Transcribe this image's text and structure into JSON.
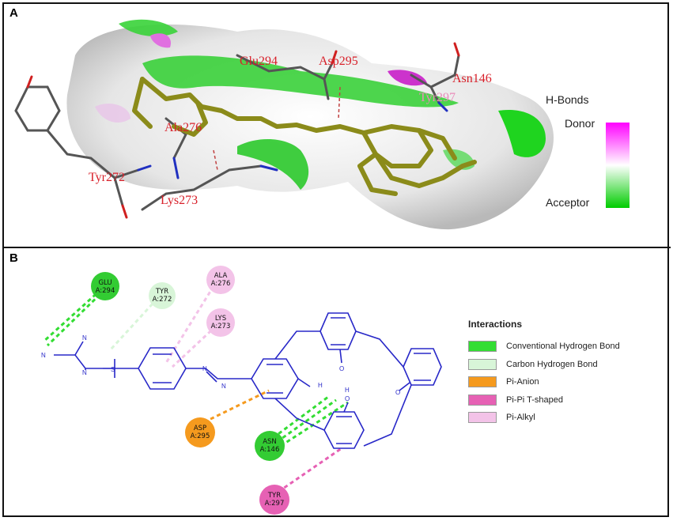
{
  "panel_a": {
    "letter": "A",
    "residues": [
      {
        "id": "glu294",
        "label": "Glu294"
      },
      {
        "id": "asp295",
        "label": "Asp295"
      },
      {
        "id": "asn146",
        "label": "Asn146"
      },
      {
        "id": "tyr297",
        "label": "Tyr297"
      },
      {
        "id": "ala276",
        "label": "Ala276"
      },
      {
        "id": "tyr272",
        "label": "Tyr272"
      },
      {
        "id": "lys273",
        "label": "Lys273"
      }
    ],
    "hbond_legend": {
      "title": "H-Bonds",
      "donor": "Donor",
      "acceptor": "Acceptor",
      "donor_color": "#ff00ff",
      "acceptor_color": "#00cc00"
    }
  },
  "panel_b": {
    "letter": "B",
    "bubbles": [
      {
        "id": "glu",
        "name": "GLU",
        "chain": "A:294",
        "type": "conventional-hydrogen-bond"
      },
      {
        "id": "tyr272",
        "name": "TYR",
        "chain": "A:272",
        "type": "carbon-hydrogen-bond"
      },
      {
        "id": "ala",
        "name": "ALA",
        "chain": "A:276",
        "type": "pi-alkyl"
      },
      {
        "id": "lys",
        "name": "LYS",
        "chain": "A:273",
        "type": "pi-alkyl"
      },
      {
        "id": "asp",
        "name": "ASP",
        "chain": "A:295",
        "type": "pi-anion"
      },
      {
        "id": "asn",
        "name": "ASN",
        "chain": "A:146",
        "type": "conventional-hydrogen-bond"
      },
      {
        "id": "tyr297",
        "name": "TYR",
        "chain": "A:297",
        "type": "pi-pi-t-shaped"
      }
    ],
    "interactions": {
      "title": "Interactions",
      "items": [
        {
          "label": "Conventional Hydrogen Bond",
          "color": "#33dd33"
        },
        {
          "label": "Carbon Hydrogen Bond",
          "color": "#d8f5d8"
        },
        {
          "label": "Pi-Anion",
          "color": "#f59a1e"
        },
        {
          "label": "Pi-Pi T-shaped",
          "color": "#e661b4"
        },
        {
          "label": "Pi-Alkyl",
          "color": "#f3c3e8"
        }
      ]
    },
    "atoms": {
      "n": "N",
      "o": "O",
      "h": "H",
      "s": "S"
    }
  }
}
